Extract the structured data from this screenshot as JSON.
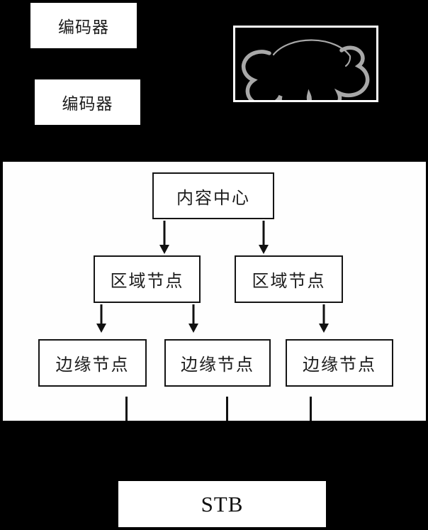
{
  "figure": {
    "background_color": "#000000",
    "panel_color": "#ffffff",
    "line_color": "#111111",
    "cloud_stroke_color": "#a8a8a8",
    "cloud_frame_border_color": "#ffffff"
  },
  "encoders": [
    {
      "label": "编码器"
    },
    {
      "label": "编码器"
    }
  ],
  "cloud": {
    "name": "network-cloud"
  },
  "tree": {
    "root": {
      "label": "内容中心"
    },
    "regional": [
      {
        "label": "区域节点"
      },
      {
        "label": "区域节点"
      }
    ],
    "edge": [
      {
        "label": "边缘节点"
      },
      {
        "label": "边缘节点"
      },
      {
        "label": "边缘节点"
      }
    ]
  },
  "stb": {
    "label": "STB"
  }
}
